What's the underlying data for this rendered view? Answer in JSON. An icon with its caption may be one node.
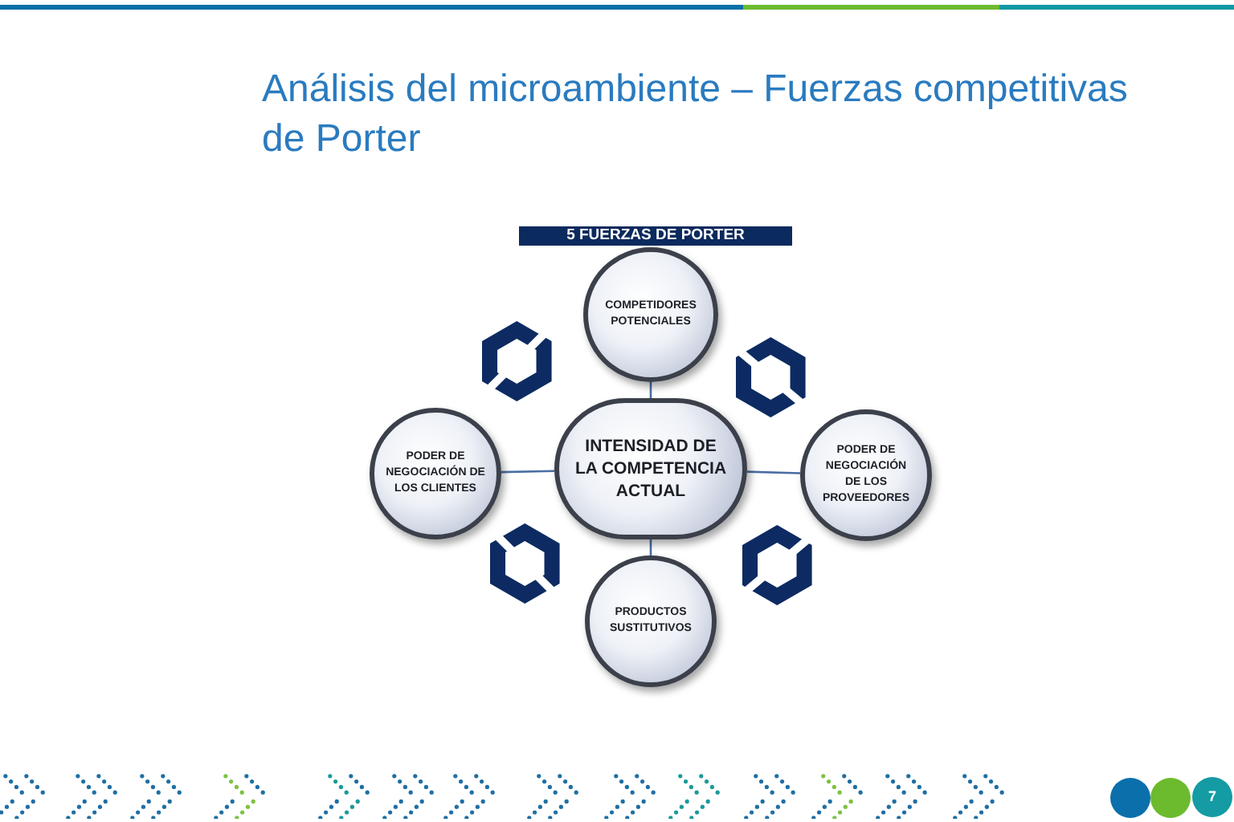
{
  "diagram": {
    "title": "Análisis del microambiente – Fuerzas competitivas de Porter",
    "nodes": [
      {
        "text": [
          "COMPETIDORES POTENCIALES"
        ]
      },
      {
        "text": [
          "PODER DE NEGOCIACIÓN DE LOS CLIENTES"
        ]
      },
      {
        "text": [
          "INTENSIDAD DE LA COMPETENCIA ACTUAL"
        ]
      },
      {
        "text": [
          "PODER DE NEGOCIACIÓN DE LOS PROVEEDORES"
        ]
      },
      {
        "text": [
          "PRODUCTOS SUSTITUTIVOS"
        ]
      }
    ],
    "edges": [
      {
        "from": 0,
        "to": 2,
        "arrow": "none"
      },
      {
        "from": 1,
        "to": 2,
        "arrow": "none"
      },
      {
        "from": 2,
        "to": 3,
        "arrow": "none"
      },
      {
        "from": 2,
        "to": 4,
        "arrow": "none"
      }
    ],
    "labels": [
      "5 FUERZAS DE PORTER",
      "7"
    ]
  }
}
